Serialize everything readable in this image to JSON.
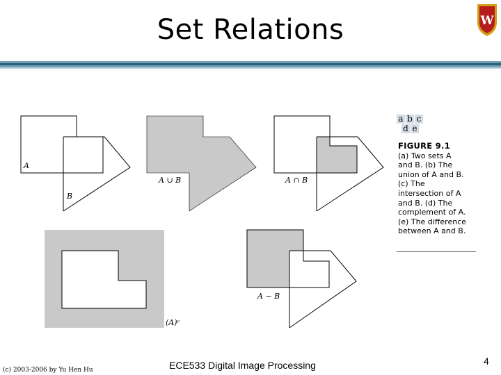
{
  "slide": {
    "title": "Set Relations",
    "logo_icon": "uw-crest-icon",
    "page_number": "4"
  },
  "figure": {
    "grid_letters": [
      "a",
      "b",
      "c",
      "d",
      "e"
    ],
    "labels": {
      "a_A": "A",
      "a_B": "B",
      "b": "A ∪ B",
      "c": "A ∩ B",
      "d": "(A)ᶜ",
      "e": "A − B"
    },
    "caption_head": "FIGURE 9.1",
    "caption_lines": [
      "(a) Two sets A",
      "and B. (b) The",
      "union of A and B.",
      "(c) The",
      "intersection of A",
      "and B. (d) The",
      "complement of A.",
      "(e) The difference",
      "between A and B."
    ]
  },
  "footer": {
    "left": "(c) 2003-2006 by Yu Hen Hu",
    "center": "ECE533 Digital Image Processing"
  },
  "colors": {
    "shade": "#c9c9c9",
    "rule_dark": "#2b5f78",
    "rule_light": "#6e9fb3",
    "crest_red": "#b71c1c",
    "crest_gold": "#d4a017"
  }
}
